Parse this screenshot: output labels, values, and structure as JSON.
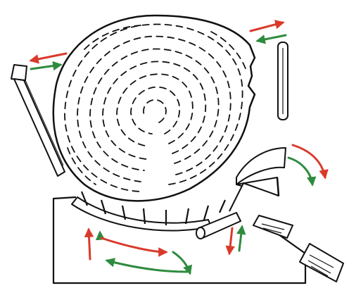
{
  "diagram": {
    "colors": {
      "line": "#111111",
      "reverse_arrow": "#d93a2b",
      "forward_arrow": "#2e8b3e",
      "background": "#ffffff"
    },
    "arrow_pairs": [
      {
        "location": "top-right",
        "red": "right",
        "green": "left"
      },
      {
        "location": "top-left",
        "red": "left",
        "green": "right"
      },
      {
        "location": "right-of-flap",
        "red": "down-right",
        "green": "down-right"
      },
      {
        "location": "bottom-left",
        "red": "up-right",
        "green": "up-right"
      },
      {
        "location": "bottom-center",
        "red": "right",
        "green": "left"
      },
      {
        "location": "bottom-right",
        "red": "down",
        "green": "up"
      }
    ],
    "labels": []
  }
}
